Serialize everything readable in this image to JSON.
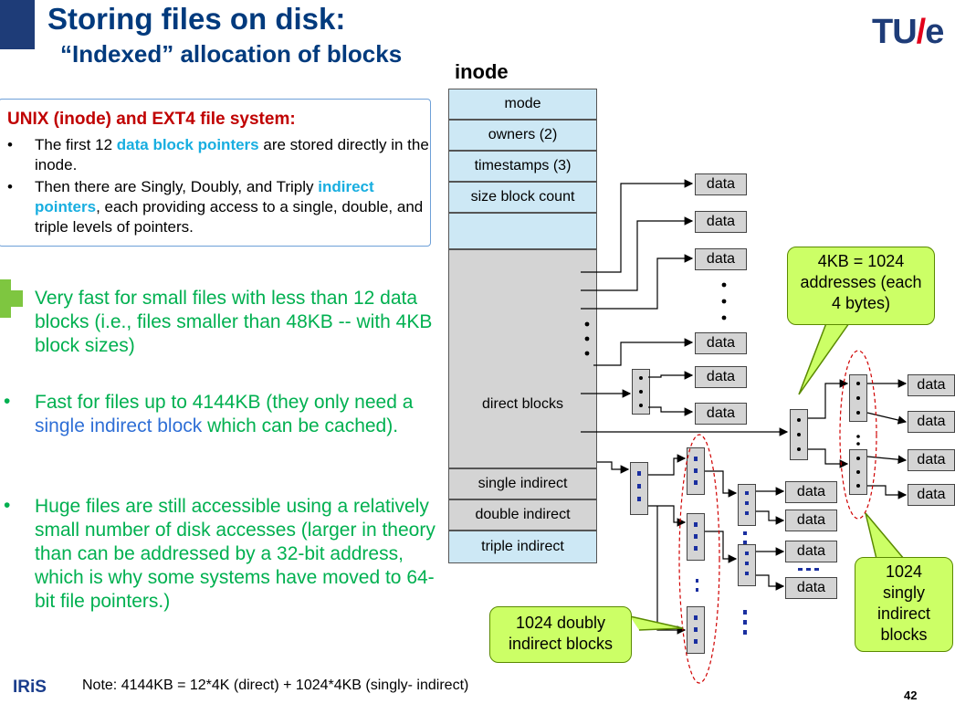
{
  "header": {
    "title": "Storing files on disk:",
    "subtitle": "“Indexed” allocation of blocks",
    "logo_main": "TU",
    "logo_slash": "/",
    "logo_end": "e"
  },
  "callout": {
    "heading": "UNIX (inode) and EXT4 file system:",
    "bullet1_pre": "The first 12 ",
    "bullet1_hl": "data block pointers",
    "bullet1_post": " are stored directly in the inode.",
    "bullet2_pre": "Then there are Singly, Doubly, and Triply ",
    "bullet2_hl": "indirect pointers",
    "bullet2_post": ", each providing access to a single, double, and triple levels of pointers."
  },
  "points": {
    "p1": "Very fast for small files with less than 12 data blocks (i.e., files smaller than 48KB -- with 4KB block sizes)",
    "p2_pre": "Fast for files up to 4144KB (they only need a ",
    "p2_blue": "single indirect block",
    "p2_post": " which can be cached).",
    "p3": "Huge files are still accessible using a relatively small number of disk accesses (larger in theory than can be addressed by a 32-bit address, which is why some systems have moved to 64-bit file pointers.)"
  },
  "inode": {
    "label": "inode",
    "fields": [
      "mode",
      "owners (2)",
      "timestamps (3)",
      "size block count",
      "direct blocks",
      "single indirect",
      "double indirect",
      "triple indirect"
    ]
  },
  "data_label": "data",
  "bubbles": {
    "addresses": "4KB = 1024 addresses (each 4 bytes)",
    "singly": "1024 singly indirect blocks",
    "doubly": "1024 doubly indirect blocks"
  },
  "footer": {
    "note": "Note: 4144KB = 12*4K (direct) + 1024*4KB (singly- indirect)",
    "iris": "IRiS",
    "page": "42"
  }
}
